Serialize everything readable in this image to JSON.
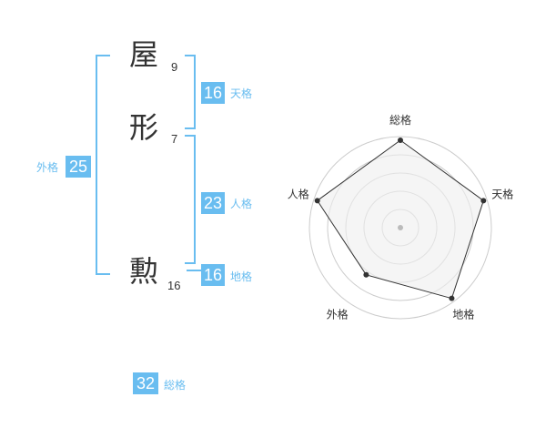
{
  "name": {
    "characters": [
      {
        "char": "屋",
        "strokes": "9"
      },
      {
        "char": "形",
        "strokes": "7"
      },
      {
        "char": "勲",
        "strokes": "16"
      }
    ]
  },
  "fortunes": {
    "tenkaku": {
      "value": "16",
      "label": "天格"
    },
    "jinkaku": {
      "value": "23",
      "label": "人格"
    },
    "chikaku": {
      "value": "16",
      "label": "地格"
    },
    "gaikaku": {
      "value": "25",
      "label": "外格"
    },
    "soukaku": {
      "value": "32",
      "label": "総格"
    }
  },
  "colors": {
    "accent": "#69bdf0",
    "text": "#333333",
    "grid": "#cccccc",
    "fill": "#eeeeee"
  },
  "chart_data": {
    "type": "radar",
    "axes": [
      "総格",
      "天格",
      "地格",
      "外格",
      "人格"
    ],
    "max": 5,
    "values": [
      4.8,
      4.8,
      4.8,
      3.2,
      4.8
    ]
  }
}
